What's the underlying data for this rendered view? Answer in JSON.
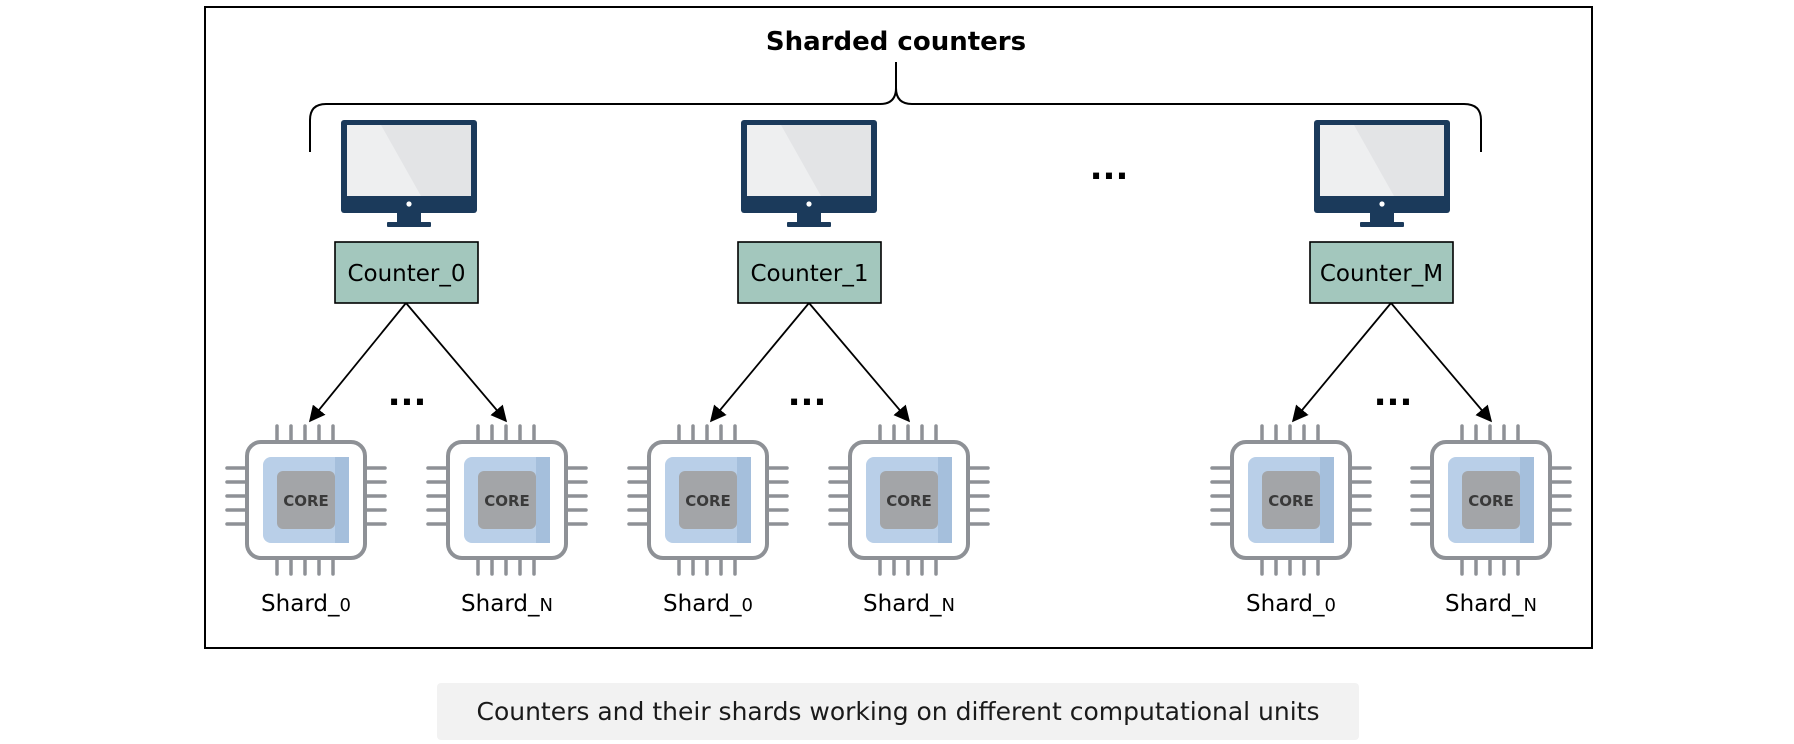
{
  "diagram": {
    "title": "Sharded counters",
    "ellipsis": "...",
    "chip_label": "CORE",
    "counters": [
      {
        "label": "Counter_0",
        "shards": [
          {
            "prefix": "Shard_",
            "sub": "0"
          },
          {
            "prefix": "Shard_",
            "sub": "N"
          }
        ]
      },
      {
        "label": "Counter_1",
        "shards": [
          {
            "prefix": "Shard_",
            "sub": "0"
          },
          {
            "prefix": "Shard_",
            "sub": "N"
          }
        ]
      },
      {
        "label": "Counter_M",
        "shards": [
          {
            "prefix": "Shard_",
            "sub": "0"
          },
          {
            "prefix": "Shard_",
            "sub": "N"
          }
        ]
      }
    ],
    "colors": {
      "counter_fill": "#a3c7bd",
      "monitor_frame": "#1b3a5b",
      "monitor_screen": "#e3e4e6",
      "chip_outline": "#8e9196",
      "chip_inner": "#b9cfe8",
      "chip_core": "#a3a5a8"
    }
  },
  "caption": "Counters and their shards working on different computational units"
}
